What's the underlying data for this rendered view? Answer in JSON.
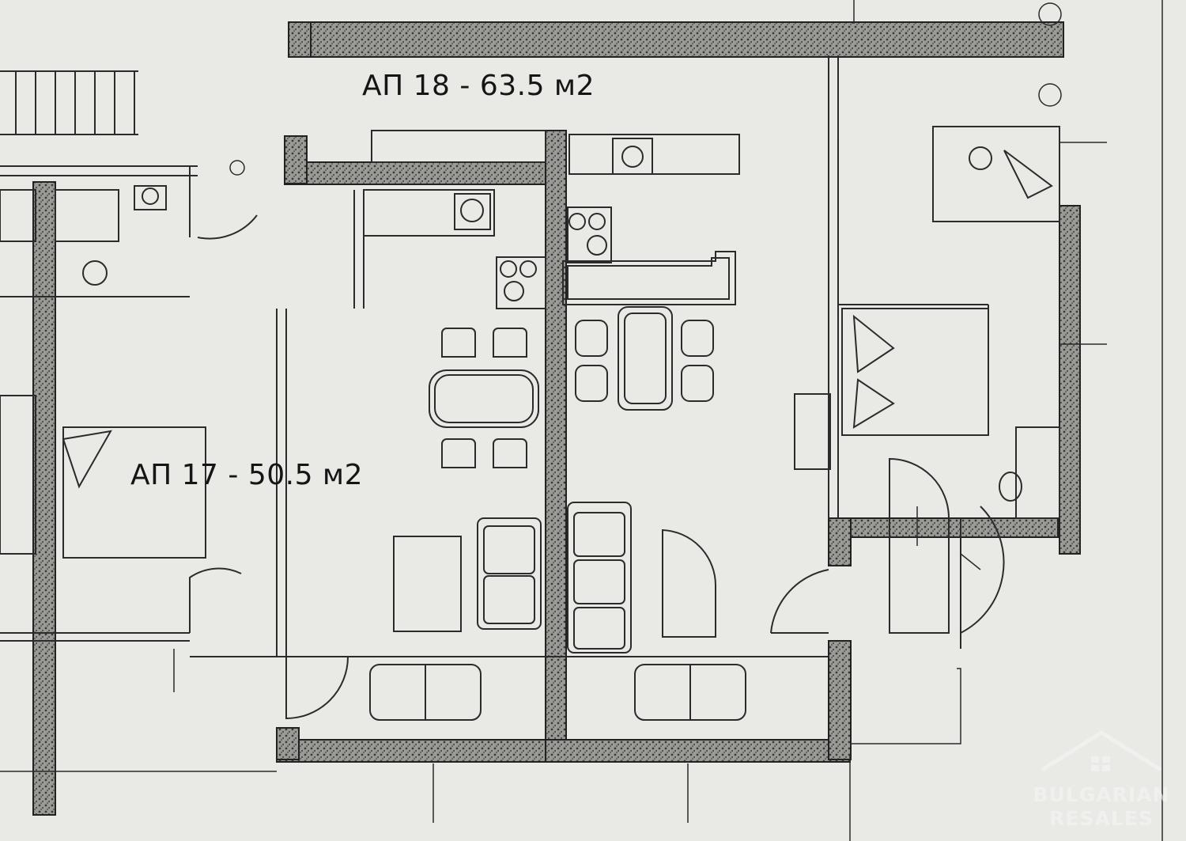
{
  "units": [
    {
      "id": "ap18",
      "label": "АП 18 - 63.5 м2"
    },
    {
      "id": "ap17",
      "label": "АП 17 - 50.5 м2"
    }
  ],
  "watermark": {
    "line1": "BULGARIAN",
    "line2": "RESALES",
    "icon": "house-outline-icon"
  },
  "colors": {
    "paper": "#e9e9e6",
    "ink": "#2b2b2b",
    "wall_fill": "#8a8a86",
    "watermark": "#f7f7f5"
  }
}
